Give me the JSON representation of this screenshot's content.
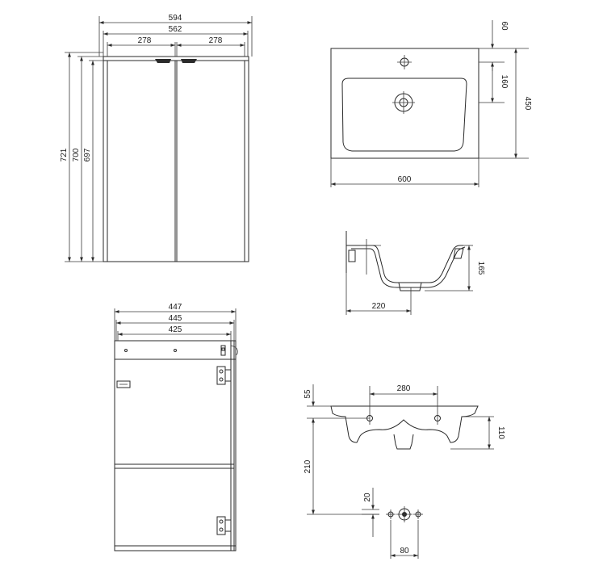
{
  "cabinet_front": {
    "width_total": "594",
    "width_inner": "562",
    "door_left": "278",
    "door_right": "278",
    "height_total": "721",
    "height_700": "700",
    "height_697": "697"
  },
  "basin_top": {
    "depth": "450",
    "tap_hole_offset": "60",
    "drain_offset": "160",
    "width": "600"
  },
  "basin_side": {
    "height": "165",
    "depth": "220"
  },
  "cabinet_side": {
    "depth_447": "447",
    "depth_445": "445",
    "depth_425": "425"
  },
  "basin_front_section": {
    "hole_spacing": "280",
    "top_offset": "55",
    "bracket_height": "110",
    "drop_height": "210"
  },
  "wall_fixing": {
    "offset": "20",
    "spacing": "80"
  }
}
